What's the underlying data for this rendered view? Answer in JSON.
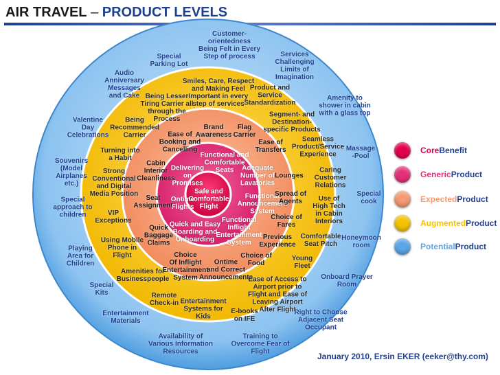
{
  "title": {
    "part1": "AIR TRAVEL",
    "separator": " – ",
    "part2": "PRODUCT LEVELS"
  },
  "legend": [
    {
      "label_a": "Core",
      "label_b": "Benefit",
      "color": "#e2004e",
      "color_a": "#e2004e",
      "color_b": "#1f3f8f"
    },
    {
      "label_a": "Generic",
      "label_b": "Product",
      "color": "#e4307a",
      "color_a": "#e4307a",
      "color_b": "#1f3f8f"
    },
    {
      "label_a": "Expected",
      "label_b": "Product",
      "color": "#f59a72",
      "color_a": "#f59a72",
      "color_b": "#1f3f8f"
    },
    {
      "label_a": "Augmented",
      "label_b": "Product",
      "color": "#f5c400",
      "color_a": "#f5c400",
      "color_b": "#1f3f8f"
    },
    {
      "label_a": "Potential",
      "label_b": "Product",
      "color": "#5aa7e6",
      "color_a": "#5aa7e6",
      "color_b": "#1f3f8f"
    }
  ],
  "colors": {
    "potential": "#5aa7e6",
    "augmented": "#f5c400",
    "expected": "#f59a72",
    "generic": "#e4307a",
    "core": "#e2004e",
    "accent": "#1f3f8f"
  },
  "core": [
    "Safe and\nComfortable\nFlight"
  ],
  "generic": [
    "Functional and\nComfortable\nSeats",
    "Adequate\nNumber of\nLavatories",
    "Functional\nAnnouncement\nSystem",
    "Functional\nInflight\nEntertainment\nSystem",
    "Quick and Easy\nBoarding and\nUnboarding",
    "Ontime\nFlights",
    "Delivering\non\nPromises"
  ],
  "expected": [
    "Brand\nAwareness",
    "Flag\nCarrier",
    "Ease of\nTransfers",
    "Lounges",
    "Spread of\nAgents",
    "Choice of\nFares",
    "Previous\nExperience",
    "Choice of\nFood",
    "Ontime\nand Correct\nAnnouncements",
    "Choice\nOf Inflight\nEntertainment\nSystem",
    "Quick\nBaggage\nClaims",
    "Seat\nAssignment",
    "Cabin\nInterior\nCleanliness",
    "Ease of\nBooking and\nCancelling"
  ],
  "augmented": [
    "Smiles, Care, Respect\nand Making Feel\nImportant in every\nstep of services",
    "Product and\nService\nStandardization",
    "Segment- and\nDestination-\nspecific Products",
    "Seamless\nProduct/Service\nExperience",
    "Caring\nCustomer\nRelations",
    "Use of\nHigh Tech\nin Cabin\nInteriors",
    "Comfortable\nSeat Pitch",
    "Young\nFleet",
    "Ease of Access to\nAirport prior to\nFlight and Ease of\nLeaving Airport\nAfter Flight",
    "E-books\non IFE",
    "Entertainment\nSystems for\nKids",
    "Remote\nCheck-in",
    "Amenities for\nBusinesspeople",
    "Using Mobile\nPhone in\nFlight",
    "VIP\nExceptions",
    "Strong\nConventional\nand Digital\nMedia Position",
    "Turning into\na Habit",
    "Being\nRecommended\nCarrier",
    "Being Lesser\nTiring Carrier all\nthrough the\nProcess"
  ],
  "potential": [
    "Customer-\norientedness\nBeing Felt in Every\nStep of process",
    "Services\nChallenging\nLimits of\nImagination",
    "Amenity to\nshower in cabin\nwith a glass top",
    "Massage\n-Pool",
    "Special\ncook",
    "Honeymoon\nroom",
    "Onboard Prayer\nRoom",
    "Right to Choose\nAdjacent Seat\nOccupant",
    "Training to\nOvercome Fear of\nFlight",
    "Availability of\nVarious Information\nResources",
    "Entertainment\nMaterials",
    "Special\nKits",
    "Playing\nArea for\nChildren",
    "Special\napproach to\nchildren",
    "Souvenirs\n(Model\nAirplanes\netc.)",
    "Valentine\nDay\nCelebrations",
    "Audio\nAnniversary\nMessages\nand Cake",
    "Special\nParking Lot"
  ],
  "credit": "January 2010, Ersin EKER (eeker@thy.com)"
}
